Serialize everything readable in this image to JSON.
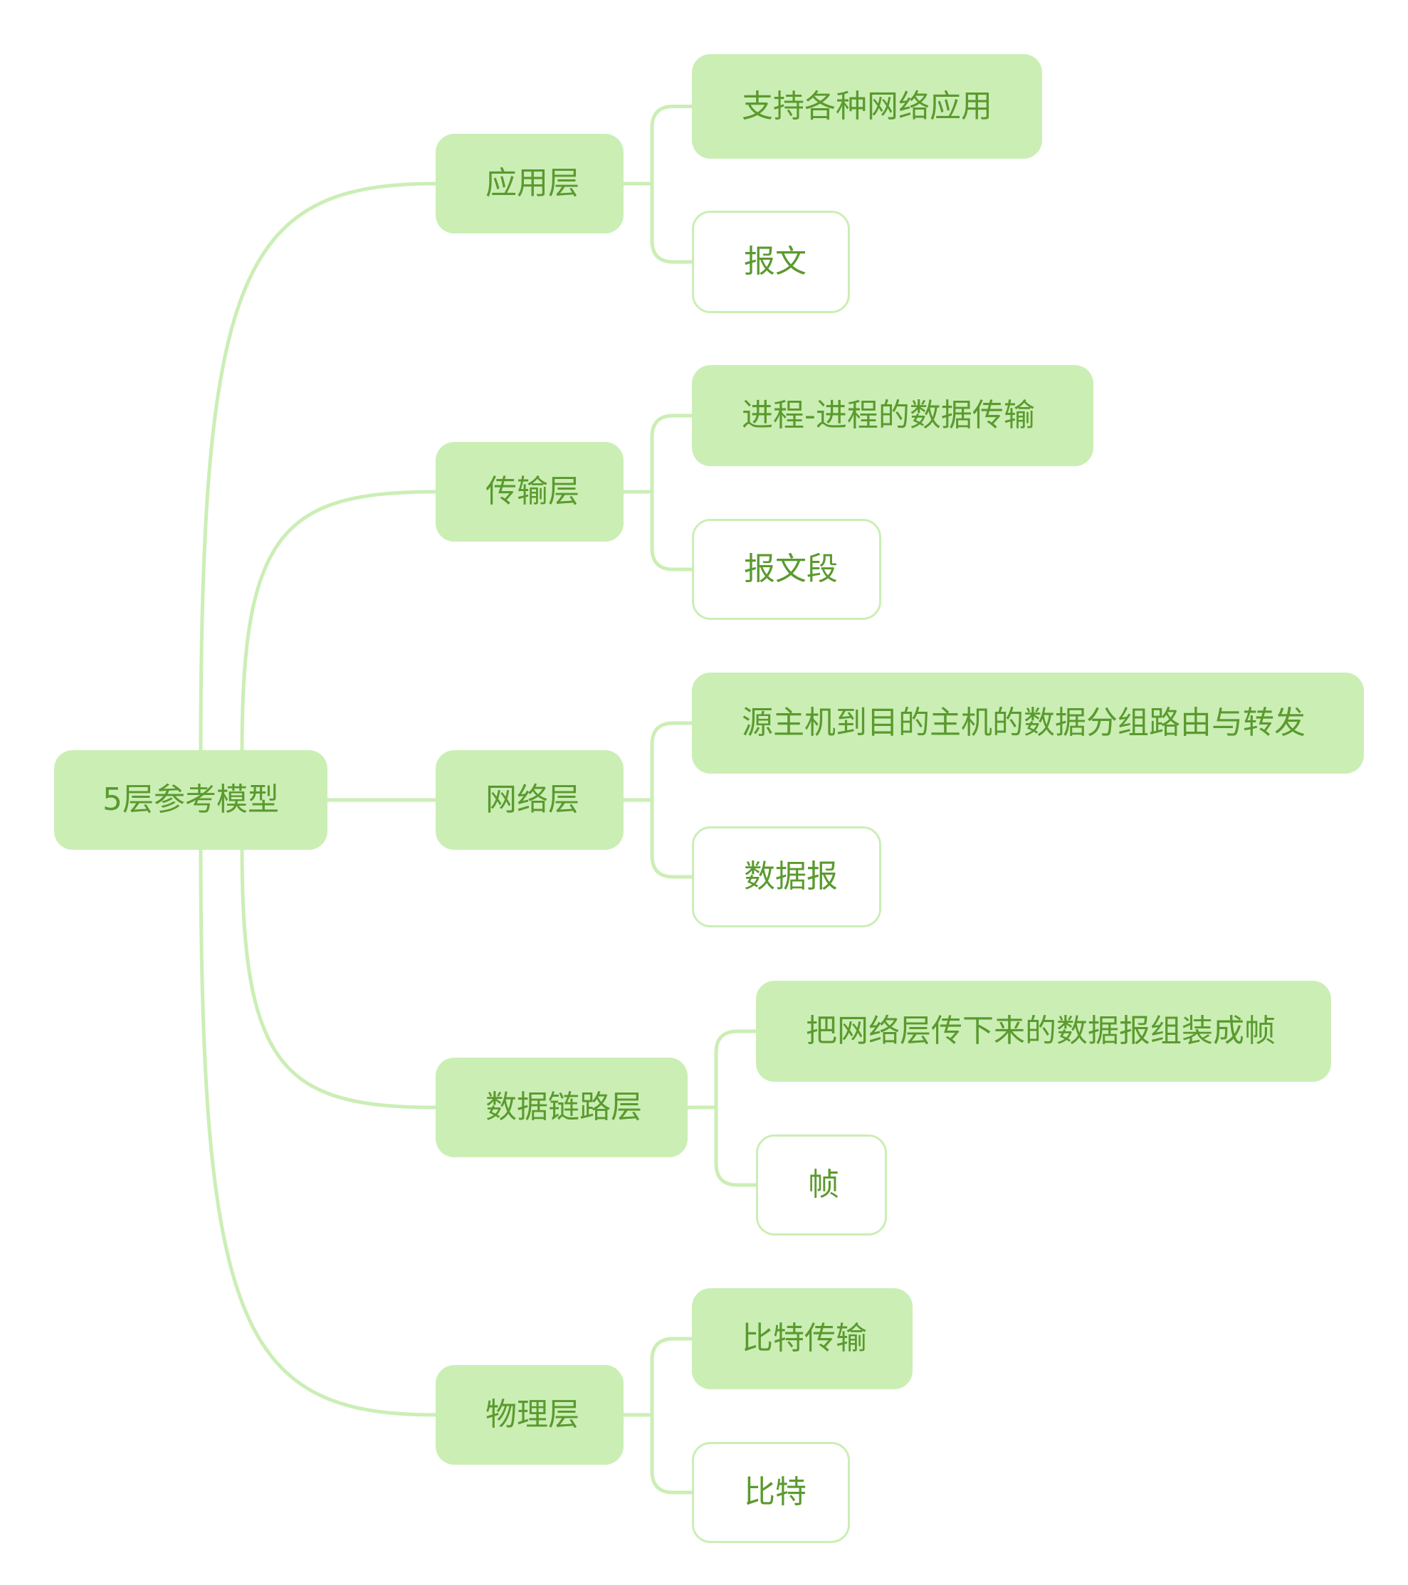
{
  "mindmap": {
    "root": {
      "label": "5层参考模型"
    },
    "layers": [
      {
        "label": "应用层",
        "items": [
          {
            "label": "支持各种网络应用",
            "style": "filled"
          },
          {
            "label": "报文",
            "style": "outlined"
          }
        ]
      },
      {
        "label": "传输层",
        "items": [
          {
            "label": "进程-进程的数据传输",
            "style": "filled"
          },
          {
            "label": "报文段",
            "style": "outlined"
          }
        ]
      },
      {
        "label": "网络层",
        "items": [
          {
            "label": "源主机到目的主机的数据分组路由与转发",
            "style": "filled"
          },
          {
            "label": "数据报",
            "style": "outlined"
          }
        ]
      },
      {
        "label": "数据链路层",
        "items": [
          {
            "label": "把网络层传下来的数据报组装成帧",
            "style": "filled"
          },
          {
            "label": "帧",
            "style": "outlined"
          }
        ]
      },
      {
        "label": "物理层",
        "items": [
          {
            "label": "比特传输",
            "style": "filled"
          },
          {
            "label": "比特",
            "style": "outlined"
          }
        ]
      }
    ]
  },
  "colors": {
    "node_fill": "#cbeeb5",
    "node_border": "#cbeeb5",
    "connector": "#cbeeb5",
    "text": "#5a9a2e",
    "background": "#ffffff"
  }
}
